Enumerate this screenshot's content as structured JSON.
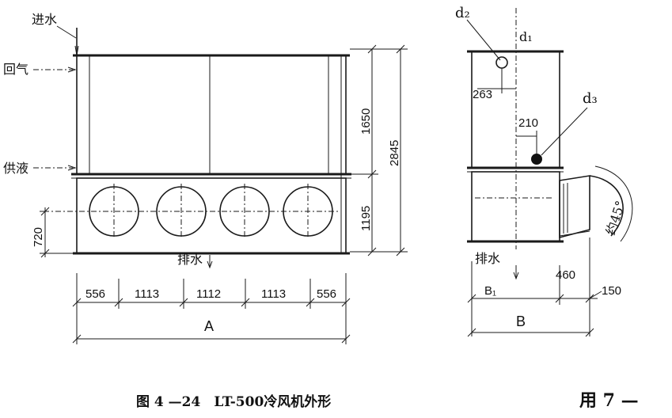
{
  "labels": {
    "inlet_water": "进水",
    "return_air": "回气",
    "liquid_supply": "供液",
    "drain_front": "排水",
    "drain_side": "排水",
    "d2": "d₂",
    "d1": "d₁",
    "d3": "d₃",
    "angle": "约45°"
  },
  "dims": {
    "h1650": "1650",
    "h2845": "2845",
    "h1195": "1195",
    "h720": "720",
    "w556a": "556",
    "w1113a": "1113",
    "w1112": "1112",
    "w1113b": "1113",
    "w556b": "556",
    "A": "A",
    "d263": "263",
    "d210": "210",
    "d460": "460",
    "d150": "150",
    "B1": "B₁",
    "B": "B"
  },
  "caption": {
    "title": "图 4 —24　LT-500冷风机外形",
    "page_ref": "用 7 —"
  }
}
